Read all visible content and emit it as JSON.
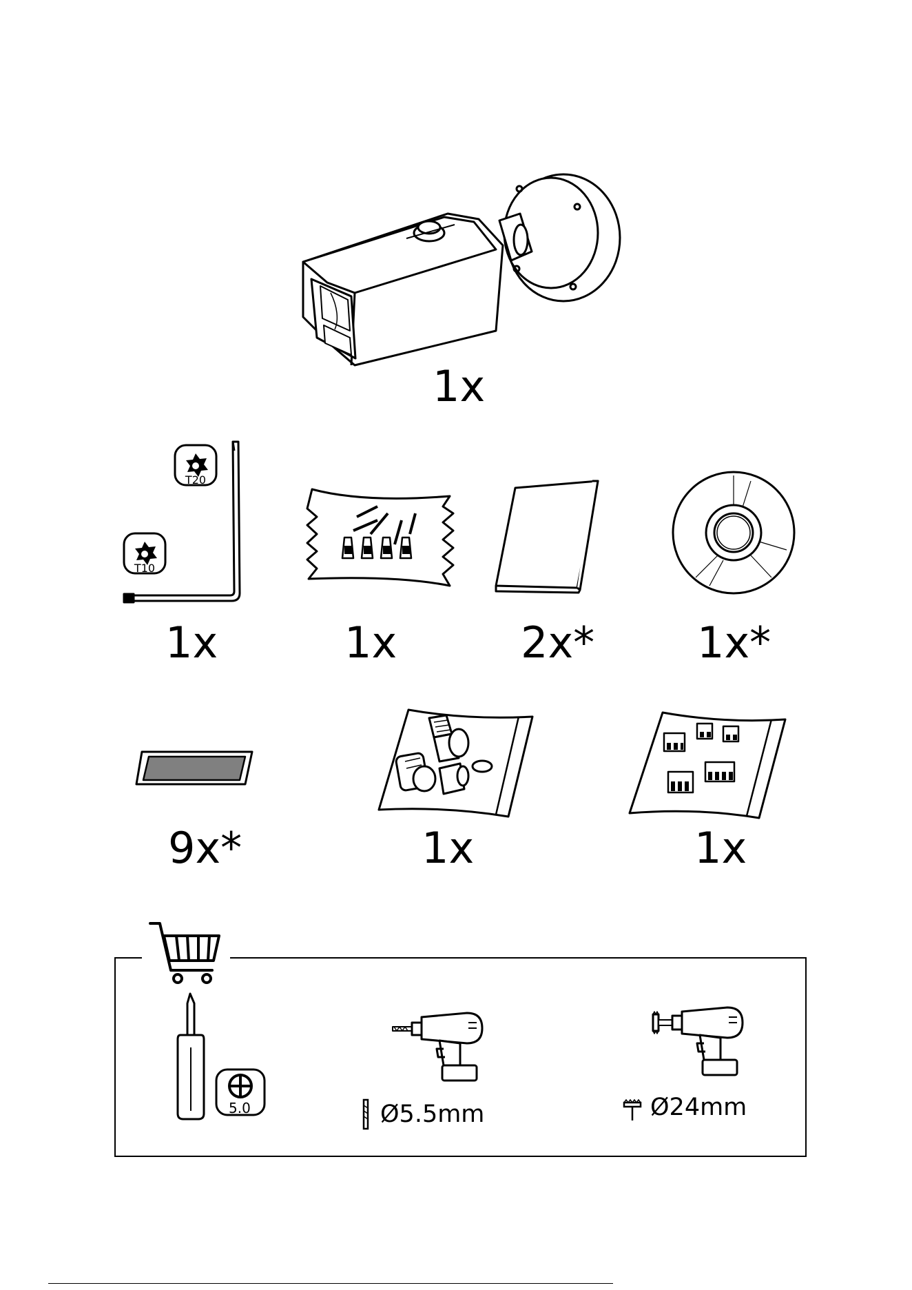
{
  "contents": {
    "camera": {
      "qty": "1x",
      "icon": "bullet-camera-icon"
    },
    "row1": [
      {
        "qty": "1x",
        "icon": "torx-key-icon",
        "labels": {
          "large": "T20",
          "small": "T10"
        }
      },
      {
        "qty": "1x",
        "icon": "screw-bag-icon"
      },
      {
        "qty": "2x*",
        "icon": "manual-icon"
      },
      {
        "qty": "1x*",
        "icon": "disc-icon"
      }
    ],
    "row2": [
      {
        "qty": "9x*",
        "icon": "adhesive-pad-icon"
      },
      {
        "qty": "1x",
        "icon": "cable-gland-bag-icon"
      },
      {
        "qty": "1x",
        "icon": "terminal-block-bag-icon"
      }
    ]
  },
  "required_tools": {
    "header_icon": "shopping-cart-icon",
    "screwdriver": {
      "icon": "phillips-screwdriver-icon",
      "size": "5.0"
    },
    "drill": {
      "icon": "power-drill-icon",
      "bit_icon": "drill-bit-icon",
      "size": "Ø5.5mm"
    },
    "hole_saw": {
      "icon": "power-drill-icon",
      "bit_icon": "hole-saw-icon",
      "size": "Ø24mm"
    }
  },
  "colors": {
    "line": "#000000",
    "pad_fill": "#808080"
  }
}
